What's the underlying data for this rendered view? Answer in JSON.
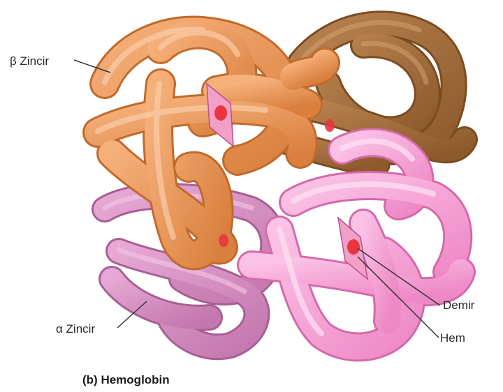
{
  "labels": {
    "beta_chain": "β Zincir",
    "alpha_chain": "α Zincir",
    "iron": "Demir",
    "heme": "Hem"
  },
  "caption": {
    "prefix": "(b)",
    "title": "Hemoglobin"
  },
  "colors": {
    "beta_chain_orange": "#ec9a5c",
    "beta_chain_brown": "#a8723d",
    "alpha_chain_pink": "#f4a6d8",
    "alpha_chain_mauve": "#d890c4",
    "heme_plane": "#f3a0c8",
    "iron": "#e8353f",
    "leader_line": "#333333"
  }
}
